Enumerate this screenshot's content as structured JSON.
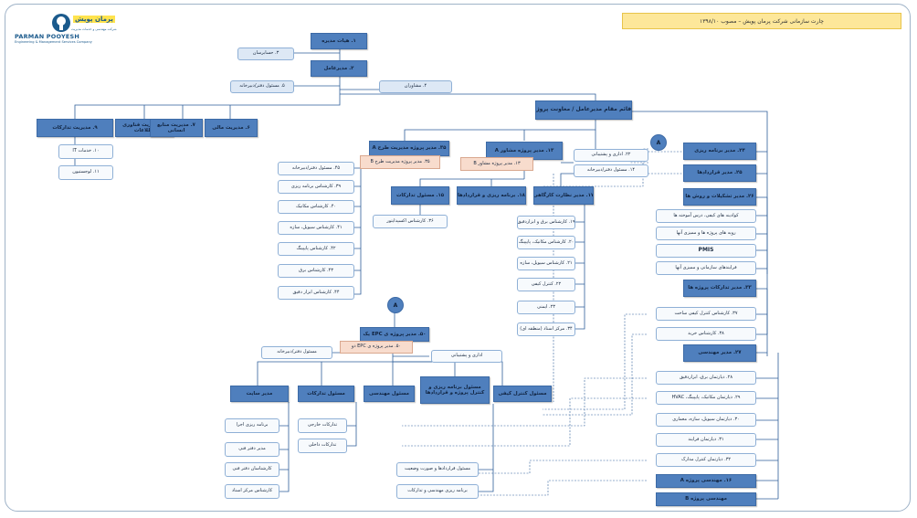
{
  "header": {
    "title": "چارت سازمانی شرکت پرمان پویش – مصوب ۱۳۹۸/۱۰",
    "logo_fa": "پرمان پویش",
    "logo_en": "PARMAN POOYESH",
    "logo_sub": "شرکت مهندسی و خدمات مدیریت",
    "logo_tag": "Engineering & Management Services Company"
  },
  "nodes": {
    "board": "۱. هیات مدیره",
    "auditor": "۳. حسابرسان",
    "ceo": "۲. مدیرعامل",
    "ceo_office": "۵. مسئول دفتر/دبیرخانه",
    "advisors": "۴. مشاوران",
    "deputy": "۱۳. قائم مقام مدیرعامل / معاونت پروژه ها",
    "procurement_mgmt": "۹. مدیریت تدارکات",
    "it_mgmt": "۸. مدیریت فناوری اطلاعات",
    "hr_mgmt": "۷. مدیریت منابع انسانی",
    "finance_mgmt": "۶. مدیریت مالی",
    "it_services": "۱۰. خدمات IT",
    "logistics": "۱۱. لوجستیون",
    "plan_mgr": "۲۴. مدیر برنامه ریزی",
    "contracts_mgr": "۲۵. مدیر قراردادها",
    "systems_mgr": "۲۶. مدیر تشکیلات و روش ها",
    "sys_1": "کوادینه های کیفی، درس آموخته ها",
    "sys_2": "رویه های پروژه ها و ممیزی آنها",
    "sys_3": "PMIS",
    "sys_4": "فرایندهای سازمانی و ممیزی آنها",
    "proj_proc_mgr": "۳۳. مدیر تدارکات پروژه ها",
    "qc_expert": "۳۷. کارشناس کنترل کیفی ساخت",
    "purchase_expert": "۳۸. کارشناس خرید",
    "eng_mgr": "۲۷. مدیر مهندسی",
    "eng_electric": "۲۸. دیارتمان برق، ابزاردقیق",
    "eng_hvac": "۲۹. دیارتمان مکانیک، پایپینگ، HVAC",
    "eng_civil": "۳۰. دیارتمان سیویل، سازه، معماری",
    "eng_process": "۳۱. دیارتمان فرایند",
    "eng_docs": "۳۲. دیارتمان کنترل مدارک",
    "eng_proj_a": "۱۶. مهندسی پروژه A",
    "eng_proj_b": "مهندسی پروژه B",
    "circle_a_top": "A",
    "circle_a_mid": "A",
    "design_mgr_a": "۳۵. مدیر پروژه مدیریت طرح A",
    "design_mgr_b": "۳۵. مدیر پروژه مدیریت طرح B",
    "design_office": "۴۵. مسئول دفتر/دبیرخانه",
    "design_plan": "۳۹. کارشناس برنامه ریزی",
    "design_mech": "۴۰. کارشناس مکانیک",
    "design_civil": "۴۱. کارشناس سیویل، سازه",
    "design_piping": "۴۲. کارشناس پایپینگ",
    "design_elec": "۴۳. کارشناس برق",
    "design_instr": "۴۴. کارشناس ابزار دقیق",
    "consult_mgr_a": "۱۳. مدیر پروژه مشاور A",
    "consult_mgr_b": "۱۳. مدیر پروژه مشاور B",
    "admin_support": "۲۲. اداری و پشتیبانی",
    "consult_office": "۱۴. مسئول دفتر/دبیرخانه",
    "proc_officer": "۱۵. مسئول تدارکات",
    "plan_contracts": "۱۸. برنامه ریزی و قراردادها",
    "site_super": "۱۷. مدیر نظارت کارگاهی",
    "expediting": "۳۶. کارشناس اکسپدایتور",
    "sup_elec": "۱۹. کارشناس برق و ابزاردقیق",
    "sup_mech": "۲۰. کارشناس مکانیک، پایپینگ",
    "sup_civil": "۲۱. کارشناس سیویل، سازه",
    "sup_qc": "۲۲. کنترل کیفی",
    "sup_hse": "۲۳. ایمنی",
    "sup_docs": "۳۴. مرکز اسناد (منطقه ای)",
    "epc_mgr_a": "۵۰. مدیر پروژه ی EPC یک",
    "epc_mgr_b": "۵۰. مدیر پروژه ی EPC دو",
    "epc_office": "مسئول دفتر/دبیرخانه",
    "epc_admin": "اداری و پشتیبانی",
    "site_mgr": "مدیر سایت",
    "proc_mgr2": "مسئول تدارکات",
    "eng_officer": "مسئول مهندسی",
    "plan_officer": "مسئول برنامه ریزی و کنترل پروژه و قراردادها",
    "qc_officer": "مسئول کنترل کیفی",
    "exec_plan": "برنامه ریزی اجرا",
    "tech_office_mgr": "مدیر دفتر فنی",
    "tech_office_exp": "کارشناسان دفتر فنی",
    "doc_center_exp": "کارشناس مرکز اسناد",
    "foreign_proc": "تدارکات خارجی",
    "local_proc": "تدارکات داخلی",
    "contracts_status": "مسئول قراردادها و صورت وضعیت",
    "eng_plan": "برنامه ریزی مهندسی و تدارکات"
  }
}
